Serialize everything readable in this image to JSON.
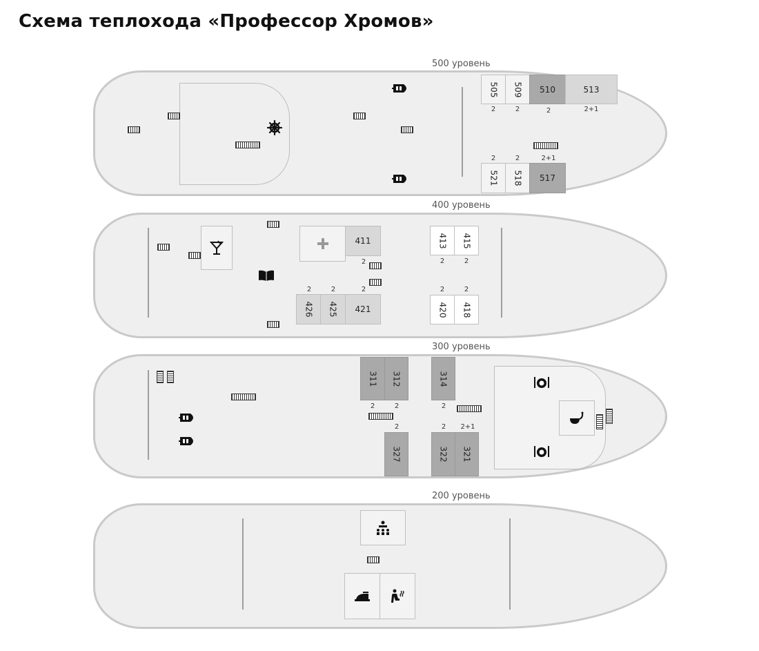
{
  "title": "Схема теплохода «Профессор Хромов»",
  "decks": {
    "d500": {
      "label": "500 уровень",
      "cabins": [
        {
          "number": "505",
          "capacity": "2"
        },
        {
          "number": "509",
          "capacity": "2"
        },
        {
          "number": "510",
          "capacity": "2"
        },
        {
          "number": "513",
          "capacity": "2+1"
        },
        {
          "number": "521",
          "capacity": "2"
        },
        {
          "number": "518",
          "capacity": "2"
        },
        {
          "number": "517",
          "capacity": "2+1"
        }
      ]
    },
    "d400": {
      "label": "400 уровень",
      "cabins": [
        {
          "number": "411",
          "capacity": "2"
        },
        {
          "number": "413",
          "capacity": "2"
        },
        {
          "number": "415",
          "capacity": "2"
        },
        {
          "number": "426",
          "capacity": "2"
        },
        {
          "number": "425",
          "capacity": "2"
        },
        {
          "number": "421",
          "capacity": "2"
        },
        {
          "number": "420",
          "capacity": "2"
        },
        {
          "number": "418",
          "capacity": "2"
        }
      ]
    },
    "d300": {
      "label": "300 уровень",
      "cabins": [
        {
          "number": "311",
          "capacity": "2"
        },
        {
          "number": "312",
          "capacity": "2"
        },
        {
          "number": "314",
          "capacity": "2"
        },
        {
          "number": "327",
          "capacity": "2"
        },
        {
          "number": "322",
          "capacity": "2"
        },
        {
          "number": "321",
          "capacity": "2+1"
        }
      ]
    },
    "d200": {
      "label": "200 уровень"
    }
  },
  "icons": {
    "lifeboat": "lifeboat-icon",
    "helm": "ship-wheel-icon",
    "bar": "cocktail-icon",
    "medical": "medical-cross-icon",
    "library": "book-icon",
    "restaurant": "restaurant-icon",
    "soup": "soup-ladle-icon",
    "conference": "conference-icon",
    "ironing": "iron-icon",
    "sauna": "sauna-icon",
    "stairs": "stairs-icon"
  },
  "colors": {
    "hull_fill": "#efefef",
    "hull_stroke": "#c9c9c9",
    "cabin_occupied": "#a9a9a9",
    "cabin_partial": "#d8d8d8",
    "cabin_free": "#ffffff"
  }
}
